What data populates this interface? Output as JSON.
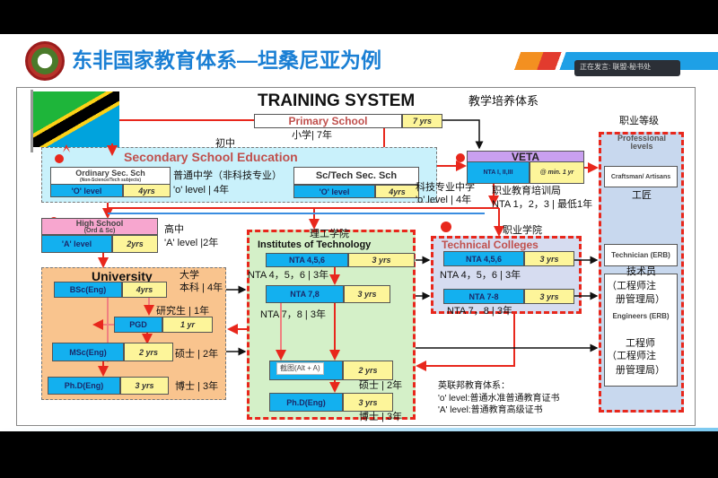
{
  "slide": {
    "title": "东非国家教育体系—坦桑尼亚为例",
    "speaker_tooltip": "正在发言: 联盟-秘书处",
    "screenshot_tooltip": "截图(Alt + A)"
  },
  "diagram": {
    "title": "TRAINING SYSTEM",
    "title_cn": "教学培养体系",
    "primary": {
      "label": "Primary School",
      "yrs": "7 yrs",
      "cn": "小学| 7年"
    },
    "junior_cn": "初中",
    "secondary": {
      "title": "Secondary School Education",
      "ordinary": {
        "label": "Ordinary Sec. Sch",
        "sub": "(Non-Science/Tech subjects)",
        "level": "'O' level",
        "yrs": "4yrs",
        "cn1": "普通中学（非科技专业）",
        "cn2": "'o' level | 4年"
      },
      "tech": {
        "label": "Sc/Tech  Sec. Sch",
        "level": "'O' level",
        "yrs": "4yrs",
        "cn1": "科技专业中学",
        "cn2": "'o' level | 4年"
      }
    },
    "veta": {
      "label": "VETA",
      "nta": "NTA  I, II,III",
      "yrs": "@ min. 1 yr",
      "cn1": "职业教育培训局",
      "cn2": "NTA 1，2，3 | 最低1年"
    },
    "high": {
      "label": "High School",
      "sub": "(Ord & Sc)",
      "level": "'A' level",
      "yrs": "2yrs",
      "cn1": "高中",
      "cn2": "'A' level |2年"
    },
    "university": {
      "title": "University",
      "cn1": "大学",
      "cn2": "本科 | 4年",
      "bsc": {
        "label": "BSc(Eng)",
        "yrs": "4yrs"
      },
      "pgd_cn": "研究生 | 1年",
      "pgd": {
        "label": "PGD",
        "yrs": "1 yr"
      },
      "msc": {
        "label": "MSc(Eng)",
        "yrs": "2 yrs",
        "cn": "硕士 | 2年"
      },
      "phd": {
        "label": "Ph.D(Eng)",
        "yrs": "3 yrs",
        "cn": "博士 | 3年"
      }
    },
    "institutes": {
      "cn": "理工学院",
      "title": "Institutes of Technology",
      "nta456": {
        "label": "NTA 4,5,6",
        "yrs": "3 yrs",
        "cn": "NTA 4，5，6 | 3年"
      },
      "nta78": {
        "label": "NTA 7,8",
        "yrs": "3 yrs",
        "cn": "NTA 7，8 | 3年"
      },
      "msc": {
        "yrs": "2 yrs",
        "cn": "硕士 | 2年"
      },
      "phd": {
        "label": "Ph.D(Eng)",
        "yrs": "3 yrs",
        "cn": "博士 | 3年"
      }
    },
    "colleges": {
      "cn": "职业学院",
      "title": "Technical Colleges",
      "nta456": {
        "label": "NTA 4,5,6",
        "yrs": "3 yrs",
        "cn": "NTA 4，5，6 | 3年"
      },
      "nta78": {
        "label": "NTA 7-8",
        "yrs": "3 yrs",
        "cn": "NTA 7，8 | 3年"
      }
    },
    "professional": {
      "cn": "职业等级",
      "title": "Professional levels",
      "craftsman": "Craftsman/ Artisans",
      "craftsman_cn": "工匠",
      "technician": "Technician (ERB)",
      "technician_cn1": "技术员",
      "technician_cn2": "（工程师注",
      "technician_cn3": "册管理局）",
      "engineers": "Engineers (ERB)",
      "engineers_cn1": "工程师",
      "engineers_cn2": "（工程师注",
      "engineers_cn3": "册管理局）"
    },
    "note": {
      "l1": "英联邦教育体系：",
      "l2": "'o' level:普通水准普通教育证书",
      "l3": "'A' level:普通教育高级证书"
    }
  },
  "colors": {
    "title": "#1a7fd4",
    "red": "#e8271c",
    "blue": "#13b0ef",
    "yellow": "#fdf59a"
  }
}
